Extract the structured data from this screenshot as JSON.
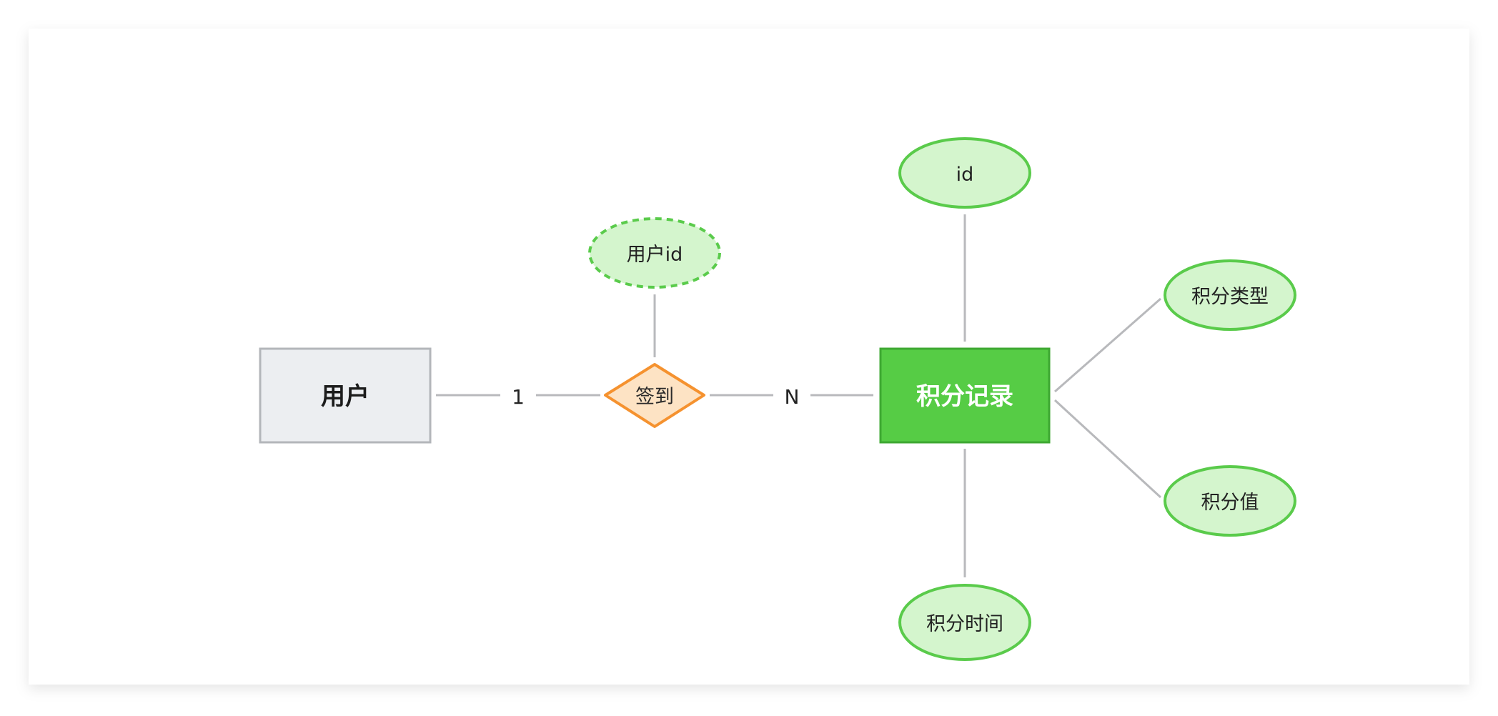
{
  "diagram": {
    "entities": {
      "user": {
        "label": "用户"
      },
      "points_record": {
        "label": "积分记录"
      }
    },
    "relationship": {
      "label": "签到"
    },
    "cardinality": {
      "left": "1",
      "right": "N"
    },
    "attributes": {
      "user_id": {
        "label": "用户id",
        "style": "derived-dashed"
      },
      "id": {
        "label": "id"
      },
      "points_type": {
        "label": "积分类型"
      },
      "points_value": {
        "label": "积分值"
      },
      "points_time": {
        "label": "积分时间"
      }
    }
  },
  "colors": {
    "entity_user_fill": "#eceef1",
    "entity_user_stroke": "#b3b6ba",
    "entity_record_fill": "#56cc45",
    "entity_record_stroke": "#3ea832",
    "relationship_fill": "#fde3c4",
    "relationship_stroke": "#f5922f",
    "attribute_fill": "#d4f5cd",
    "attribute_stroke": "#5acb4b",
    "connector": "#b8b9bc"
  }
}
